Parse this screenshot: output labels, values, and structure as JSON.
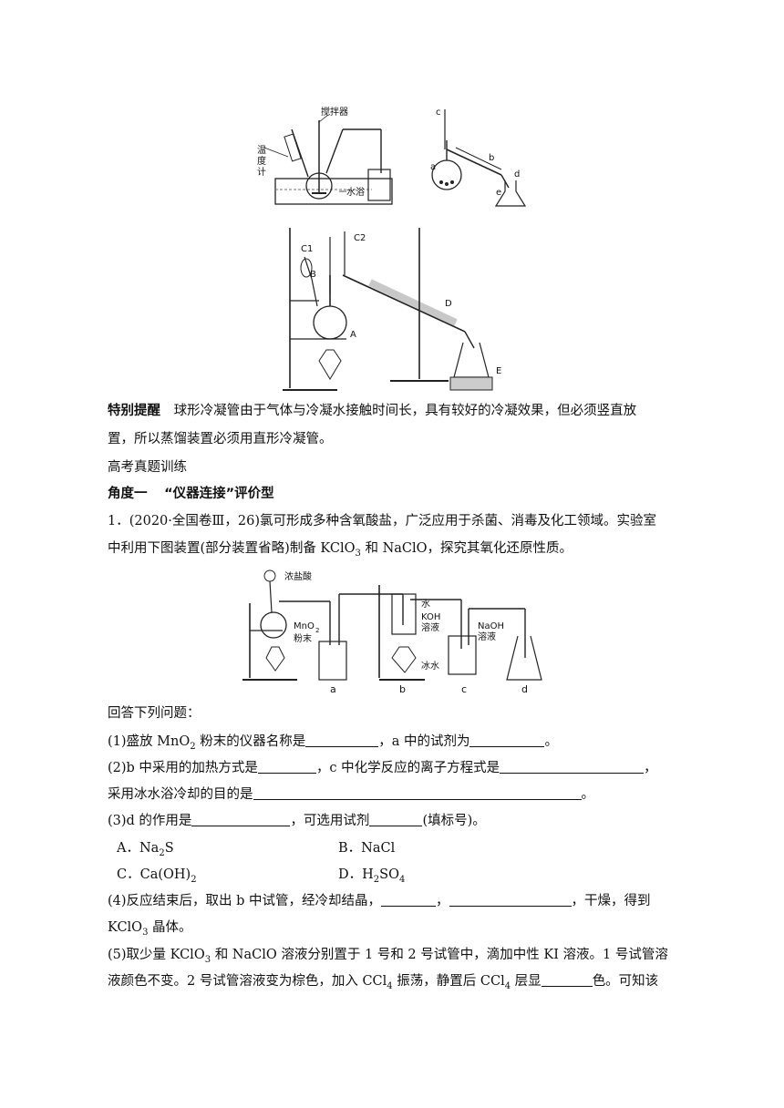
{
  "figures": {
    "fig1": {
      "labels": [
        "搅拌器",
        "温",
        "度",
        "计",
        "水浴"
      ]
    },
    "fig2": {
      "labels": [
        "c",
        "a",
        "b",
        "d",
        "e"
      ]
    },
    "fig3": {
      "labels": [
        "C1",
        "C2",
        "B",
        "A",
        "D",
        "E"
      ]
    },
    "fig4": {
      "labels": [
        "浓盐酸",
        "MnO",
        "2",
        "粉末",
        "水",
        "KOH",
        "溶液",
        "冰水",
        "NaOH",
        "溶液",
        "a",
        "b",
        "c",
        "d"
      ]
    }
  },
  "tip": {
    "title": "特别提醒",
    "line1": "球形冷凝管由于气体与冷凝水接触时间长，具有较好的冷凝效果，但必须竖直放",
    "line2": "置，所以蒸馏装置必须用直形冷凝管。"
  },
  "section_title": "高考真题训练",
  "angle": {
    "title": "角度一",
    "subtitle": "“仪器连接”评价型"
  },
  "question": {
    "intro_line1": "1．(2020·全国卷Ⅲ，26)氯可形成多种含氧酸盐，广泛应用于杀菌、消毒及化工领域。实验室",
    "intro_line2_a": "中利用下图装置(部分装置省略)制备 KClO",
    "intro_line2_sub": "3",
    "intro_line2_b": " 和 NaClO，探究其氧化还原性质。",
    "answer_prompt": "回答下列问题：",
    "q1_a": "(1)盛放 MnO",
    "q1_sub": "2",
    "q1_b": " 粉末的仪器名称是",
    "q1_c": "，a 中的试剂为",
    "q1_d": "。",
    "q2_a": "(2)b 中采用的加热方式是",
    "q2_b": "，c 中化学反应的离子方程式是",
    "q2_c": "，",
    "q2_line2_a": "采用冰水浴冷却的目的是",
    "q2_line2_b": "。",
    "q3_a": "(3)d 的作用是",
    "q3_b": "，可选用试剂",
    "q3_c": "(填标号)。",
    "optA_a": "A．Na",
    "optA_sub": "2",
    "optA_b": "S",
    "optB": "B．NaCl",
    "optC_a": "C．Ca(OH)",
    "optC_sub": "2",
    "optD_a": "D．H",
    "optD_sub1": "2",
    "optD_b": "SO",
    "optD_sub2": "4",
    "q4_a": "(4)反应结束后，取出 b 中试管，经冷却结晶，",
    "q4_b": "，",
    "q4_c": "，干燥，得到",
    "q4_line2_a": "KClO",
    "q4_line2_sub": "3",
    "q4_line2_b": " 晶体。",
    "q5_a": "(5)取少量 KClO",
    "q5_sub1": "3",
    "q5_b": " 和 NaClO 溶液分别置于 1 号和 2 号试管中，滴加中性 KI 溶液。1 号试管溶",
    "q5_line2_a": "液颜色不变。2 号试管溶液变为棕色，加入 CCl",
    "q5_line2_sub1": "4",
    "q5_line2_b": " 振荡，静置后 CCl",
    "q5_line2_sub2": "4",
    "q5_line2_c": " 层显",
    "q5_line2_d": "色。可知该"
  }
}
